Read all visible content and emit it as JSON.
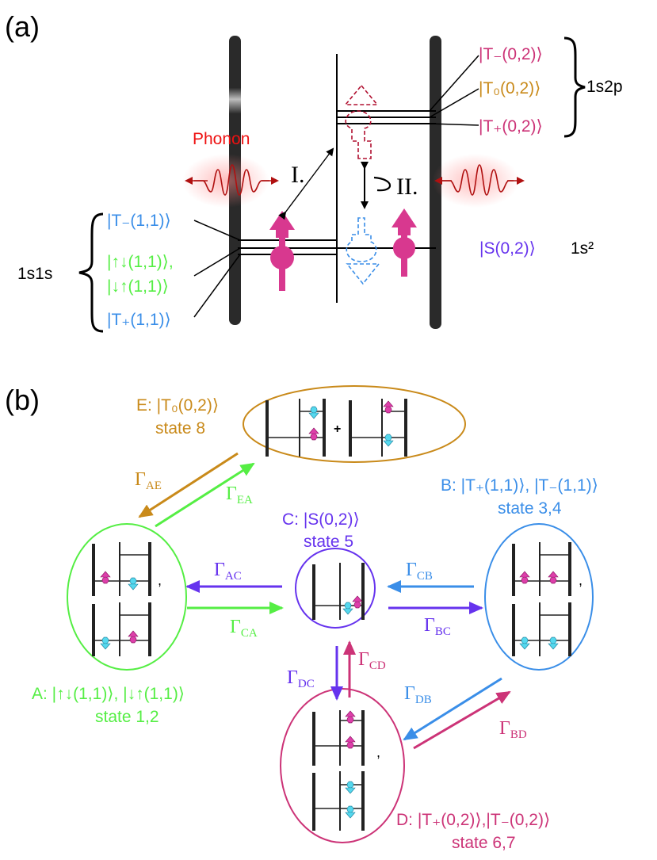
{
  "panel_a": {
    "label": "(a)",
    "phonon": "Phonon",
    "process_1": "I.",
    "process_2": "II.",
    "group_1s1s": "1s1s",
    "group_1s2p": "1s2p",
    "singlet_orbital": "1s²",
    "states": {
      "t_minus_11": "|T₋(1,1)⟩",
      "ud_11": "|↑↓(1,1)⟩,",
      "du_11": "|↓↑(1,1)⟩",
      "t_plus_11": "|T₊(1,1)⟩",
      "t_minus_02": "|T₋(0,2)⟩",
      "t_zero_02": "|T₀(0,2)⟩",
      "t_plus_02": "|T₊(0,2)⟩",
      "s_02": "|S(0,2)⟩"
    },
    "colors": {
      "phonon": "#ee1111",
      "blue": "#3a8ee8",
      "green": "#55ee44",
      "pink": "#cc3377",
      "gold": "#c98a1a",
      "purple": "#6633ee",
      "spin": "#dd3faa",
      "cyan": "#55d8ee",
      "barrier": "#2a2a2a"
    }
  },
  "panel_b": {
    "label": "(b)",
    "nodes": {
      "E": {
        "title": "E: |T₀(0,2)⟩",
        "state": "state 8",
        "plus": "+"
      },
      "C": {
        "title": "C: |S(0,2)⟩",
        "state": "state 5"
      },
      "B": {
        "title": "B: |T₊(1,1)⟩, |T₋(1,1)⟩",
        "state": "state 3,4",
        "comma": ","
      },
      "A": {
        "title": "A: |↑↓(1,1)⟩, |↓↑(1,1)⟩",
        "state": "state 1,2",
        "comma": ","
      },
      "D": {
        "title": "D: |T₊(0,2)⟩,|T₋(0,2)⟩",
        "state": "state 6,7",
        "comma": ","
      }
    },
    "rates": {
      "AE": "Γ",
      "AE_sub": "AE",
      "EA": "Γ",
      "EA_sub": "EA",
      "AC": "Γ",
      "AC_sub": "AC",
      "CA": "Γ",
      "CA_sub": "CA",
      "CB": "Γ",
      "CB_sub": "CB",
      "BC": "Γ",
      "BC_sub": "BC",
      "DC": "Γ",
      "DC_sub": "DC",
      "CD": "Γ",
      "CD_sub": "CD",
      "DB": "Γ",
      "DB_sub": "DB",
      "BD": "Γ",
      "BD_sub": "BD"
    }
  }
}
